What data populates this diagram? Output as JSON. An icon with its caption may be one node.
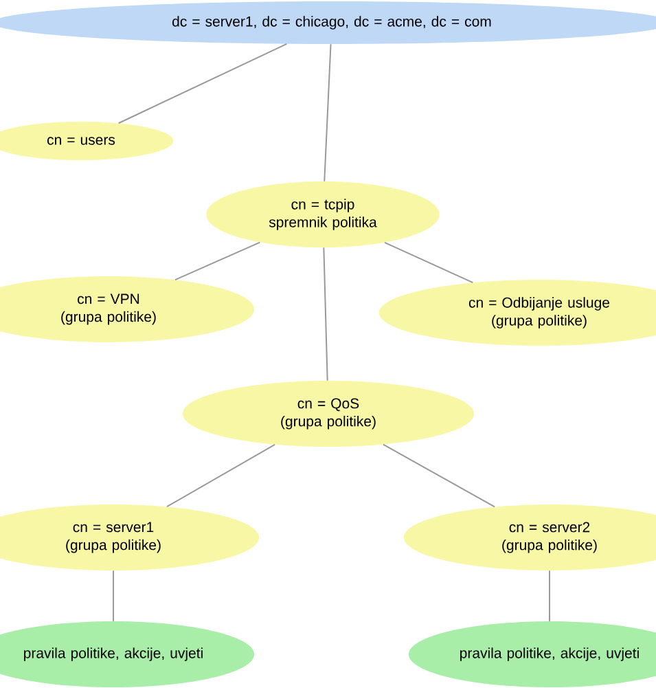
{
  "diagram": {
    "nodes": [
      {
        "text": [
          "dc = server1, dc = chicago, dc = acme, dc = com"
        ]
      },
      {
        "text": [
          "cn = users"
        ]
      },
      {
        "text": [
          "cn = tcpip spremnik politika"
        ]
      },
      {
        "text": [
          "cn = VPN",
          "(grupa politike)"
        ]
      },
      {
        "text": [
          "cn = Odbijanje usluge",
          "(grupa politike)"
        ]
      },
      {
        "text": [
          "cn = QoS",
          "(grupa politike)"
        ]
      },
      {
        "text": [
          "cn = server1",
          "(grupa politike)"
        ]
      },
      {
        "text": [
          "cn = server2",
          "(grupa politike)"
        ]
      },
      {
        "text": [
          "pravila politike, akcije, uvjeti"
        ]
      },
      {
        "text": [
          "pravila politike, akcije, uvjeti"
        ]
      }
    ],
    "edges": [
      {
        "from": 0,
        "to": 1,
        "arrow": "none"
      },
      {
        "from": 0,
        "to": 2,
        "arrow": "none"
      },
      {
        "from": 2,
        "to": 3,
        "arrow": "none"
      },
      {
        "from": 2,
        "to": 4,
        "arrow": "none"
      },
      {
        "from": 2,
        "to": 5,
        "arrow": "none"
      },
      {
        "from": 5,
        "to": 6,
        "arrow": "none"
      },
      {
        "from": 5,
        "to": 7,
        "arrow": "none"
      },
      {
        "from": 6,
        "to": 8,
        "arrow": "none"
      },
      {
        "from": 7,
        "to": 9,
        "arrow": "none"
      }
    ]
  }
}
